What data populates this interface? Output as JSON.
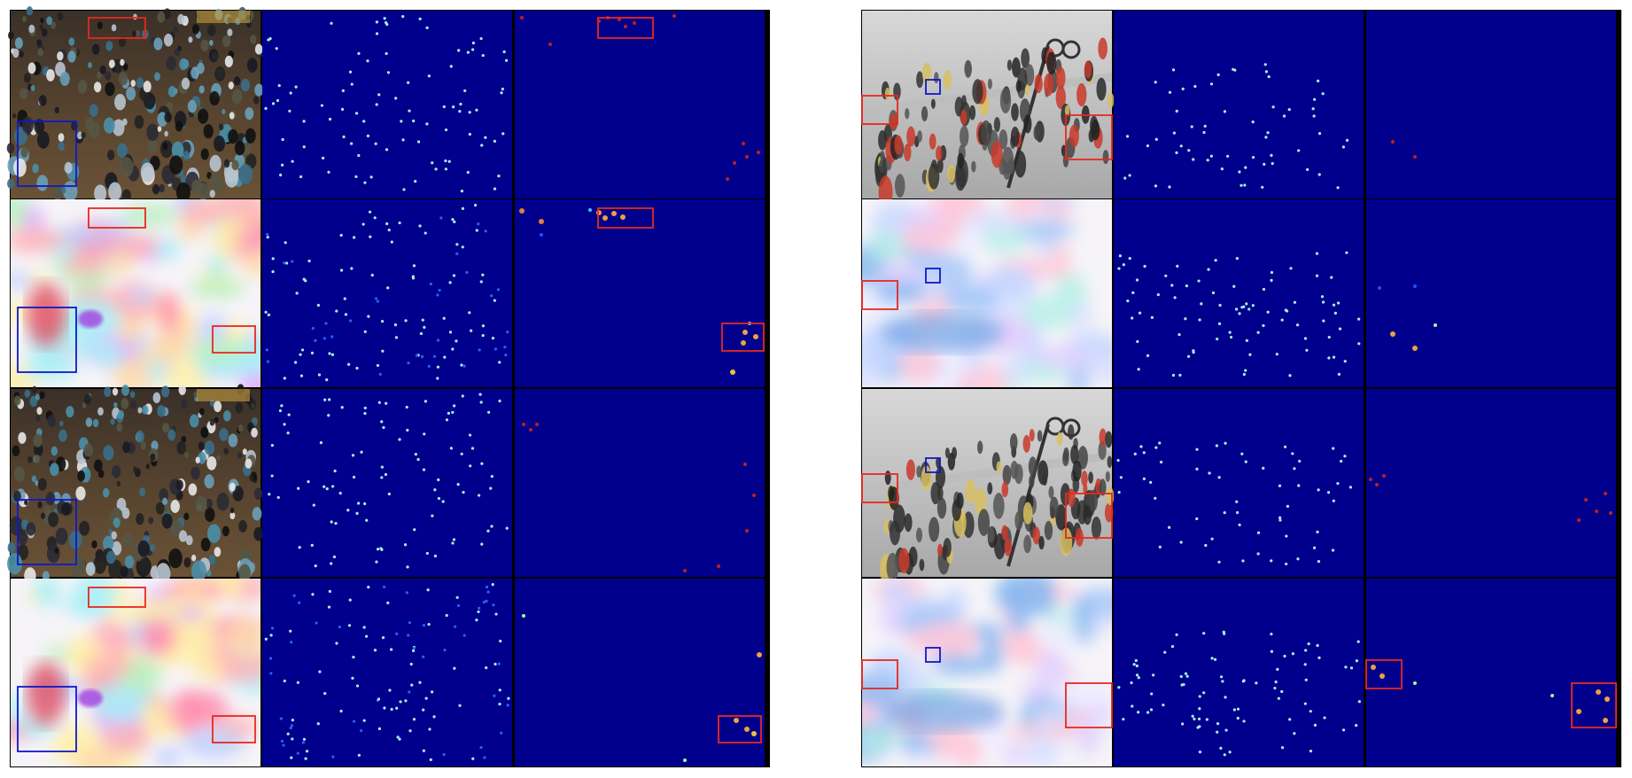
{
  "figure": {
    "background": "#ffffff",
    "separator_color": "#000000",
    "density_bg": "#00008c",
    "box_red": "#e8281e",
    "box_blue": "#1018c8",
    "panels": [
      {
        "id": "left",
        "rows": [
          {
            "kind": "photo",
            "scene": "crowd-street-night"
          },
          {
            "kind": "flow-field"
          },
          {
            "kind": "photo",
            "scene": "crowd-street-night"
          },
          {
            "kind": "flow-field"
          }
        ],
        "columns": [
          "input",
          "density-map",
          "difference-map"
        ]
      },
      {
        "id": "right",
        "rows": [
          {
            "kind": "photo",
            "scene": "crowd-foggy-street"
          },
          {
            "kind": "flow-field"
          },
          {
            "kind": "photo",
            "scene": "crowd-foggy-street"
          },
          {
            "kind": "flow-field"
          }
        ],
        "columns": [
          "input",
          "density-map",
          "difference-map"
        ]
      }
    ]
  }
}
